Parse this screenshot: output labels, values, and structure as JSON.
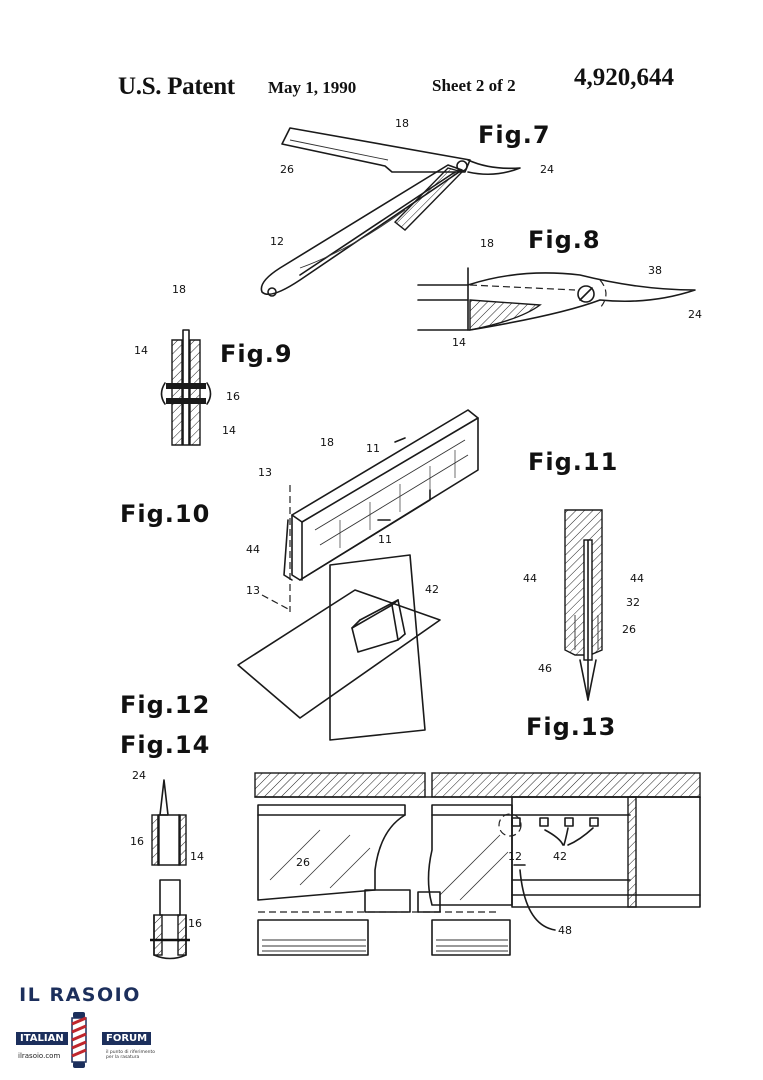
{
  "header": {
    "label": "U.S. Patent",
    "date": "May 1, 1990",
    "sheet": "Sheet 2 of 2",
    "number": "4,920,644"
  },
  "figures": {
    "fig7": "Fig.7",
    "fig8": "Fig.8",
    "fig9": "Fig.9",
    "fig10": "Fig.10",
    "fig11": "Fig.11",
    "fig12": "Fig.12",
    "fig13": "Fig.13",
    "fig14": "Fig.14"
  },
  "refs": {
    "r18": "18",
    "r26": "26",
    "r24": "24",
    "r12": "12",
    "r38": "38",
    "r14": "14",
    "r16": "16",
    "r11": "11",
    "r13": "13",
    "r44": "44",
    "r42": "42",
    "r32": "32",
    "r46": "46",
    "r48": "48"
  },
  "logo": {
    "title": "IL RASOIO",
    "left_word": "ITALIAN",
    "right_word": "FORUM",
    "site": "ilrasoio.com",
    "tagline": "il punto di riferimento per la rasatura",
    "brand_color": "#1c2f5c",
    "icon": "barber-pole-icon"
  }
}
